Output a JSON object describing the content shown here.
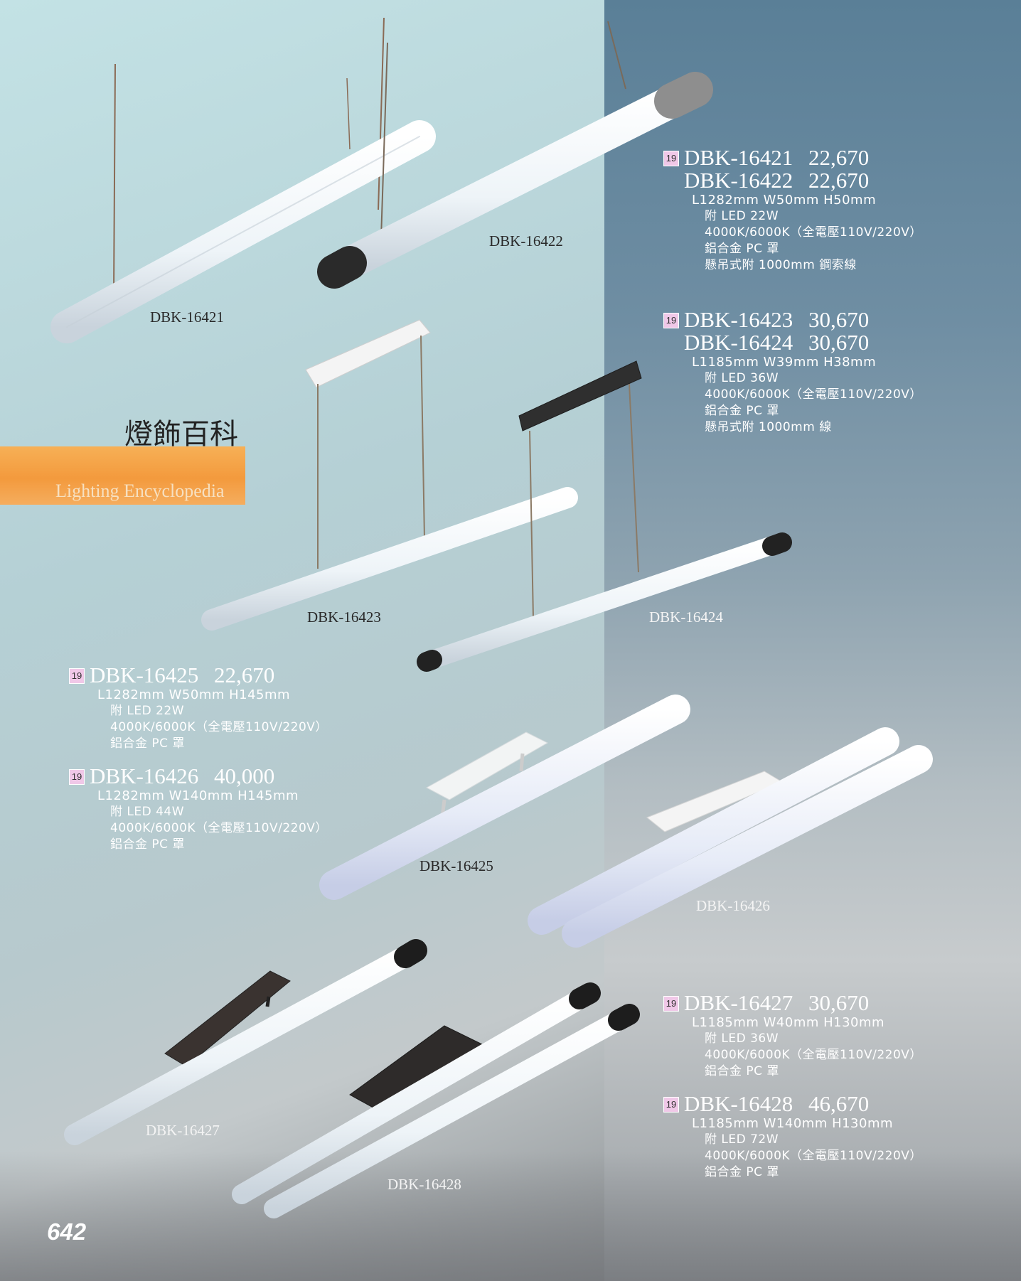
{
  "brand": {
    "name_cn": "燈飾百科",
    "name_en": "Lighting Encyclopedia"
  },
  "page_number": "642",
  "products": [
    {
      "badge": "19",
      "lines": [
        {
          "code": "DBK-16421",
          "price": "22,670"
        },
        {
          "code": "DBK-16422",
          "price": "22,670"
        }
      ],
      "dims": "L1282mm W50mm H50mm",
      "details": [
        "附 LED 22W",
        "4000K/6000K（全電壓110V/220V）",
        "鋁合金 PC 罩",
        "懸吊式附 1000mm 鋼索線"
      ]
    },
    {
      "badge": "19",
      "lines": [
        {
          "code": "DBK-16423",
          "price": "30,670"
        },
        {
          "code": "DBK-16424",
          "price": "30,670"
        }
      ],
      "dims": "L1185mm W39mm H38mm",
      "details": [
        "附 LED 36W",
        "4000K/6000K（全電壓110V/220V）",
        "鋁合金 PC 罩",
        "懸吊式附 1000mm 線"
      ]
    },
    {
      "badge": "19",
      "lines": [
        {
          "code": "DBK-16425",
          "price": "22,670"
        }
      ],
      "dims": "L1282mm W50mm H145mm",
      "details": [
        "附 LED 22W",
        "4000K/6000K（全電壓110V/220V）",
        "鋁合金 PC 罩"
      ]
    },
    {
      "badge": "19",
      "lines": [
        {
          "code": "DBK-16426",
          "price": "40,000"
        }
      ],
      "dims": "L1282mm W140mm H145mm",
      "details": [
        "附 LED 44W",
        "4000K/6000K（全電壓110V/220V）",
        "鋁合金 PC 罩"
      ]
    },
    {
      "badge": "19",
      "lines": [
        {
          "code": "DBK-16427",
          "price": "30,670"
        }
      ],
      "dims": "L1185mm W40mm H130mm",
      "details": [
        "附 LED 36W",
        "4000K/6000K（全電壓110V/220V）",
        "鋁合金 PC 罩"
      ]
    },
    {
      "badge": "19",
      "lines": [
        {
          "code": "DBK-16428",
          "price": "46,670"
        }
      ],
      "dims": "L1185mm W140mm H130mm",
      "details": [
        "附 LED 72W",
        "4000K/6000K（全電壓110V/220V）",
        "鋁合金 PC 罩"
      ]
    }
  ],
  "image_labels": [
    "DBK-16421",
    "DBK-16422",
    "DBK-16423",
    "DBK-16424",
    "DBK-16425",
    "DBK-16426",
    "DBK-16427",
    "DBK-16428"
  ]
}
